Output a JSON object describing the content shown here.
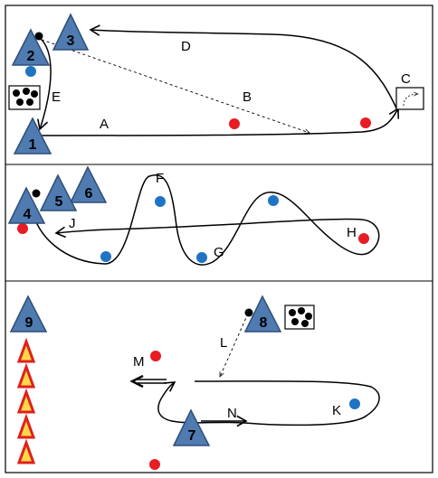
{
  "colors": {
    "cone_fill": "#4f7bb0",
    "cone_stroke": "#2e4f78",
    "ball_red": "#e81c24",
    "ball_blue": "#1f73c3",
    "marker_fill": "#ffd84a",
    "marker_stroke": "#e0201c",
    "line": "#000000"
  },
  "cones": [
    {
      "id": "c1",
      "label": "1"
    },
    {
      "id": "c2",
      "label": "2"
    },
    {
      "id": "c3",
      "label": "3"
    },
    {
      "id": "c4",
      "label": "4"
    },
    {
      "id": "c5",
      "label": "5"
    },
    {
      "id": "c6",
      "label": "6"
    },
    {
      "id": "c7",
      "label": "7"
    },
    {
      "id": "c8",
      "label": "8"
    },
    {
      "id": "c9",
      "label": "9"
    }
  ],
  "path_labels": {
    "a": "A",
    "b": "B",
    "c": "C",
    "d": "D",
    "e": "E",
    "f": "F",
    "g": "G",
    "h": "H",
    "j": "J",
    "k": "K",
    "l": "L",
    "m": "M",
    "n": "N"
  }
}
